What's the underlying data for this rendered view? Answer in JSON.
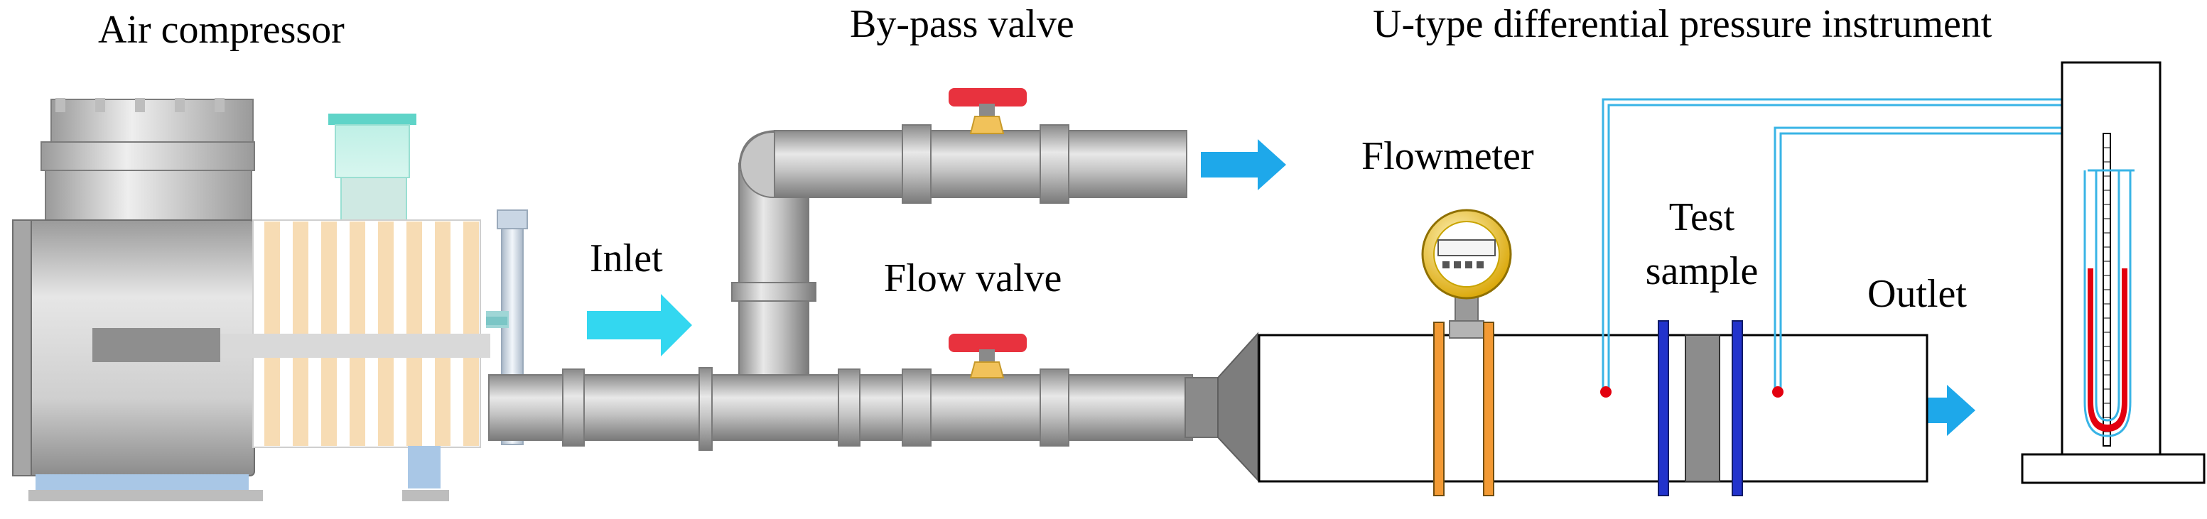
{
  "labels": {
    "air_compressor": "Air compressor",
    "bypass_valve": "By-pass valve",
    "u_type_instrument": "U-type differential pressure instrument",
    "flowmeter": "Flowmeter",
    "inlet": "Inlet",
    "flow_valve": "Flow valve",
    "test_sample_line1": "Test",
    "test_sample_line2": "sample",
    "outlet": "Outlet"
  },
  "colors": {
    "pipe": "#b7b7b7",
    "pipe_dark": "#8e8e8e",
    "valve_handle": "#e8323e",
    "valve_body": "#f1c25a",
    "arrow_cyan": "#33d7f0",
    "arrow_blue": "#1ea8ea",
    "fluid": "#e3000f",
    "flange_orange": "#f39a34",
    "flange_blue": "#2233cc",
    "sample": "#8c8c8c",
    "tap_line": "#39b4e6",
    "tank_teal": "#5fd4c8",
    "fins": "#f7dcb4"
  },
  "icons": {
    "inlet_arrow": "arrow-right-icon",
    "bypass_arrow": "arrow-right-icon",
    "outlet_arrow": "arrow-right-icon",
    "flowmeter_gauge": "gauge-icon",
    "valve": "valve-icon"
  }
}
